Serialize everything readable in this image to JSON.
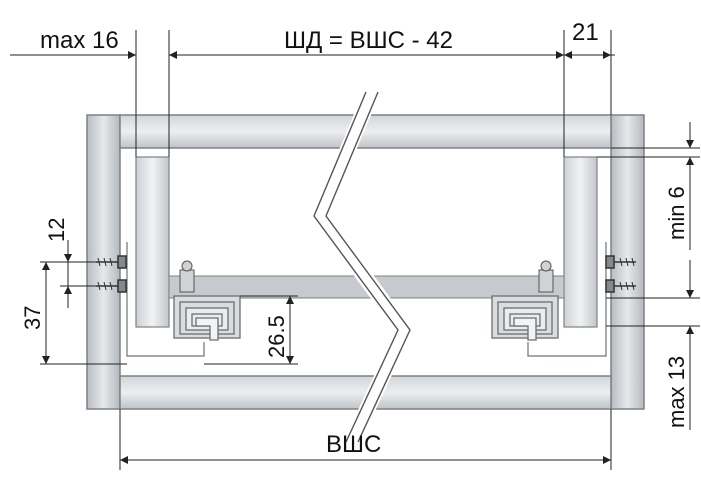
{
  "dimensions": {
    "max_overhang": "max 16",
    "drawer_width_formula": "ШД = ВШС - 42",
    "side_offset": "21",
    "screw_spacing": "12",
    "runner_height": "37",
    "runner_center": "26.5",
    "top_clearance": "min 6",
    "bottom_clearance": "max 13",
    "cabinet_inner_width": "ВШС"
  },
  "colors": {
    "panel_fill": "#c9ccd0",
    "panel_stroke": "#7d8186",
    "inner_fill": "#e4e6e8",
    "dim_line": "#222222"
  }
}
